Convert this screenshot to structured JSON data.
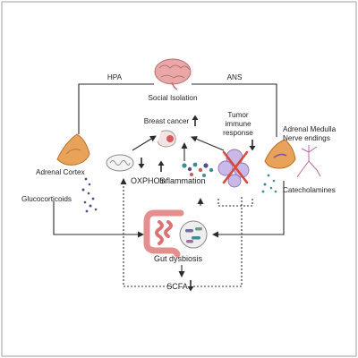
{
  "labels": {
    "social_isolation": "Social Isolation",
    "hpa": "HPA",
    "ans": "ANS",
    "breast_cancer": "Breast cancer",
    "tumor_immune_line1": "Tumor",
    "tumor_immune_line2": "immune",
    "tumor_immune_line3": "response",
    "adrenal_medulla": "Adrenal Medulla",
    "nerve_endings": "Nerve endings",
    "adrenal_cortex": "Adrenal Cortex",
    "oxphos": "OXPHOS",
    "inflammation": "Inflammation",
    "catecholamines": "Catecholamines",
    "glucocorticoids": "Glucocorticoids",
    "gut_dysbiosis": "Gut dysbiosis",
    "scfa": "SCFA"
  },
  "colors": {
    "frame": "#bdbdbd",
    "line": "#2b2b2b",
    "brain": "#e9a7a7",
    "adrenal": "#e8a25a",
    "gut": "#e58e8e",
    "tumor_x": "#d64a3a",
    "cell": "#c9b8e8",
    "dots_purple": "#5b4a8b",
    "dots_teal": "#3e8c96"
  },
  "icons": [
    "brain-icon",
    "breast-tumor-icon",
    "mitochondria-icon",
    "immune-cells-icon",
    "tumor-cell-icon",
    "adrenal-cortex-icon",
    "adrenal-medulla-icon",
    "nerve-icon",
    "intestine-icon",
    "bacteria-icon"
  ]
}
